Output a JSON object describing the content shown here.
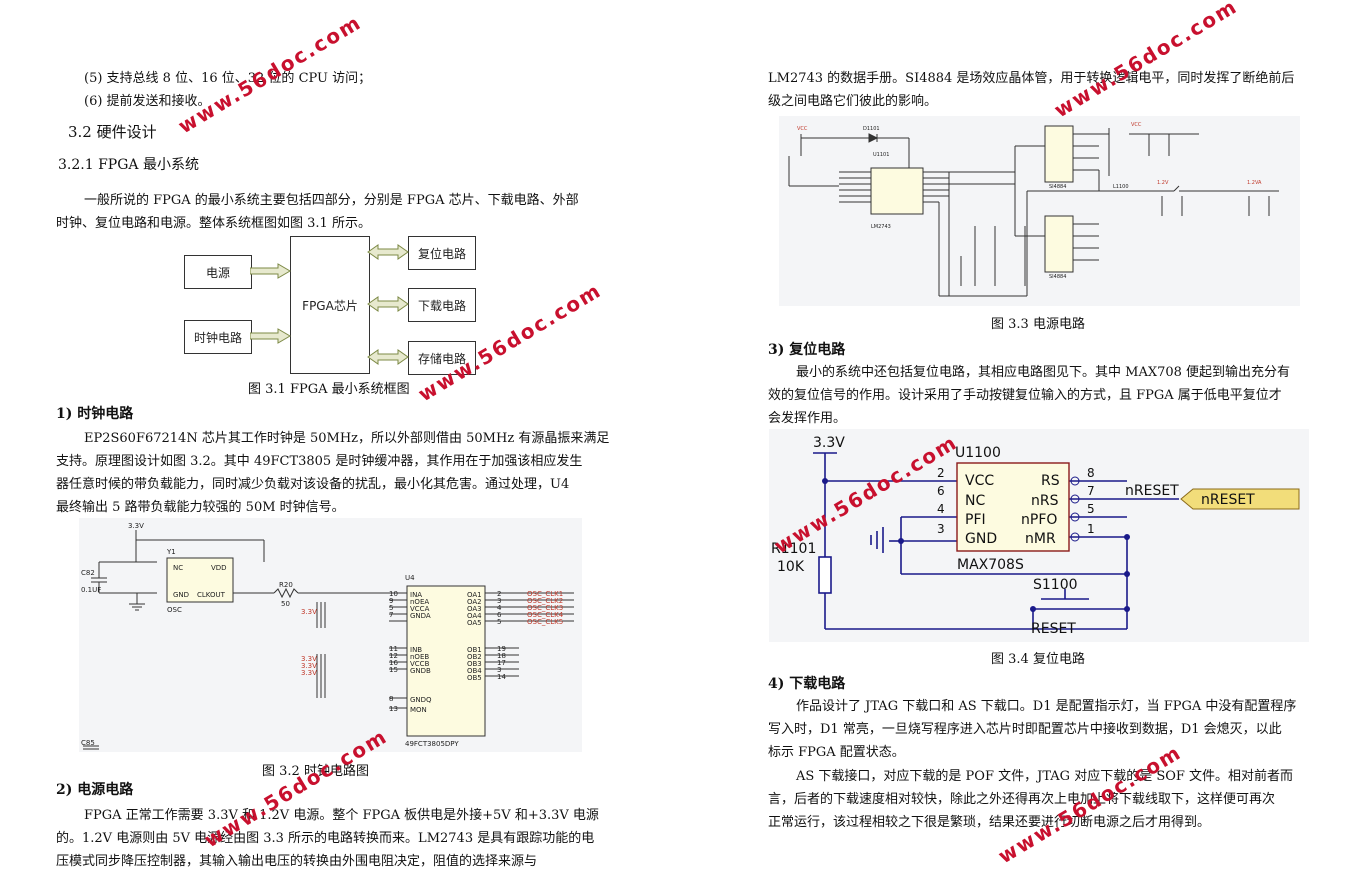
{
  "left": {
    "list_item_5": "(5) 支持总线 8 位、16 位、32 位的 CPU 访问；",
    "list_item_6": "(6) 提前发送和接收。",
    "section_3_2": "3.2  硬件设计",
    "section_3_2_1": "3.2.1   FPGA 最小系统",
    "intro_line1": "一般所说的 FPGA 的最小系统主要包括四部分，分别是 FPGA 芯片、下载电路、外部",
    "intro_line2": "时钟、复位电路和电源。整体系统框图如图 3.1 所示。",
    "fig31": {
      "power": "电源",
      "clock": "时钟电路",
      "fpga": "FPGA芯片",
      "reset": "复位电路",
      "download": "下载电路",
      "storage": "存储电路",
      "caption": "图 3.1 FPGA 最小系统框图"
    },
    "clock_heading": "1)   时钟电路",
    "clock_p1": "EP2S60F67214N 芯片其工作时钟是 50MHz，所以外部则借由 50MHz 有源晶振来满足",
    "clock_p2": "支持。原理图设计如图 3.2。其中 49FCT3805 是时钟缓冲器，其作用在于加强该相应发生",
    "clock_p3": "器任意时候的带负载能力，同时减少负载对该设备的扰乱，最小化其危害。通过处理，U4",
    "clock_p4": "最终输出 5 路带负载能力较强的 50M 时钟信号。",
    "fig32": {
      "caption": "图 3.2  时钟电路图",
      "v33": "3.3V",
      "y1": "Y1",
      "nc": "NC",
      "vdd": "VDD",
      "gnd": "GND",
      "clkout": "CLKOUT",
      "osc": "OSC",
      "c82": "C82",
      "c82v": "0.1UF",
      "r20": "R20",
      "r20v": "50",
      "u4": "U4",
      "u4part": "49FCT3805DPY",
      "pins_left": [
        "INA",
        "nOEA",
        "VCCA",
        "GNDA",
        "INB",
        "nOEB",
        "VCCB",
        "GNDB",
        "GNDQ",
        "MON"
      ],
      "pins_right": [
        "OA1",
        "OA2",
        "OA3",
        "OA4",
        "OA5",
        "OB1",
        "OB2",
        "OB3",
        "OB4",
        "OB5"
      ],
      "nums_left": [
        "10",
        "9",
        "5",
        "7",
        "11",
        "12",
        "16",
        "15",
        "8",
        "13"
      ],
      "nums_right": [
        "2",
        "3",
        "4",
        "6",
        "5",
        "19",
        "18",
        "17",
        "3",
        "14"
      ],
      "nets": [
        "OSC_CLK1",
        "OSC_CLK2",
        "OSC_CLK3",
        "OSC_CLK4",
        "OSC_CLK5"
      ],
      "c85": "C85"
    },
    "power_heading": "2)   电源电路",
    "power_p1": "FPGA 正常工作需要 3.3V 和 1.2V 电源。整个 FPGA 板供电是外接+5V 和+3.3V 电源",
    "power_p2": "的。1.2V 电源则由 5V 电源经由图 3.3 所示的电路转换而来。LM2743 是具有跟踪功能的电",
    "power_p3": "压模式同步降压控制器，其输入输出电压的转换由外围电阻决定，阻值的选择来源与"
  },
  "right": {
    "cont_line1": "LM2743 的数据手册。SI4884 是场效应晶体管，用于转换逻辑电平，同时发挥了断绝前后",
    "cont_line2": "级之间电路它们彼此的影响。",
    "fig33": {
      "caption": "图 3.3  电源电路",
      "lm": "LM2743",
      "si1": "SI4884",
      "si2": "SI4884",
      "vcc": "VCC",
      "v12": "1.2V",
      "v12a": "1.2VA",
      "l1100": "L1100",
      "d1101": "D1101",
      "u1101": "U1101"
    },
    "reset_heading": "3)   复位电路",
    "reset_p1": "最小的系统中还包括复位电路，其相应电路图见下。其中 MAX708 便起到输出充分有",
    "reset_p2": "效的复位信号的作用。设计采用了手动按键复位输入的方式，且 FPGA 属于低电平复位才",
    "reset_p3": "会发挥作用。",
    "fig34": {
      "caption": "图 3.4  复位电路",
      "v33": "3.3V",
      "u1100": "U1100",
      "vcc": "VCC",
      "nc": "NC",
      "pfi": "PFI",
      "gnd": "GND",
      "rs": "RS",
      "nrs": "nRS",
      "npfo": "nPFO",
      "nmr": "nMR",
      "part": "MAX708S",
      "p2": "2",
      "p6": "6",
      "p4": "4",
      "p3": "3",
      "p8": "8",
      "p7": "7",
      "p5": "5",
      "p1": "1",
      "net": "nRESET",
      "port": "nRESET",
      "r1101": "R1101",
      "r10k": "10K",
      "s1100": "S1100",
      "reset": "RESET"
    },
    "dl_heading": "4)   下载电路",
    "dl_p1": "作品设计了 JTAG 下载口和 AS 下载口。D1 是配置指示灯，当 FPGA 中没有配置程序",
    "dl_p2": "写入时，D1 常亮，一旦烧写程序进入芯片时即配置芯片中接收到数据，D1 会熄灭，以此",
    "dl_p3": "标示 FPGA 配置状态。",
    "dl_p4": "AS 下载接口，对应下载的是 POF 文件，JTAG 对应下载的是 SOF 文件。相对前者而",
    "dl_p5": "言，后者的下载速度相对较快，除此之外还得再次上电加上将下载线取下，这样便可再次",
    "dl_p6": "正常运行，该过程相较之下很是繁琐，结果还要进行切断电源之后才用得到。"
  },
  "watermark": "www.56doc.com",
  "colors": {
    "watermark": "#c8102e",
    "net_label": "#c0392b",
    "arrow_fill": "#e7e9ce",
    "port_fill": "#f2dd7a"
  }
}
